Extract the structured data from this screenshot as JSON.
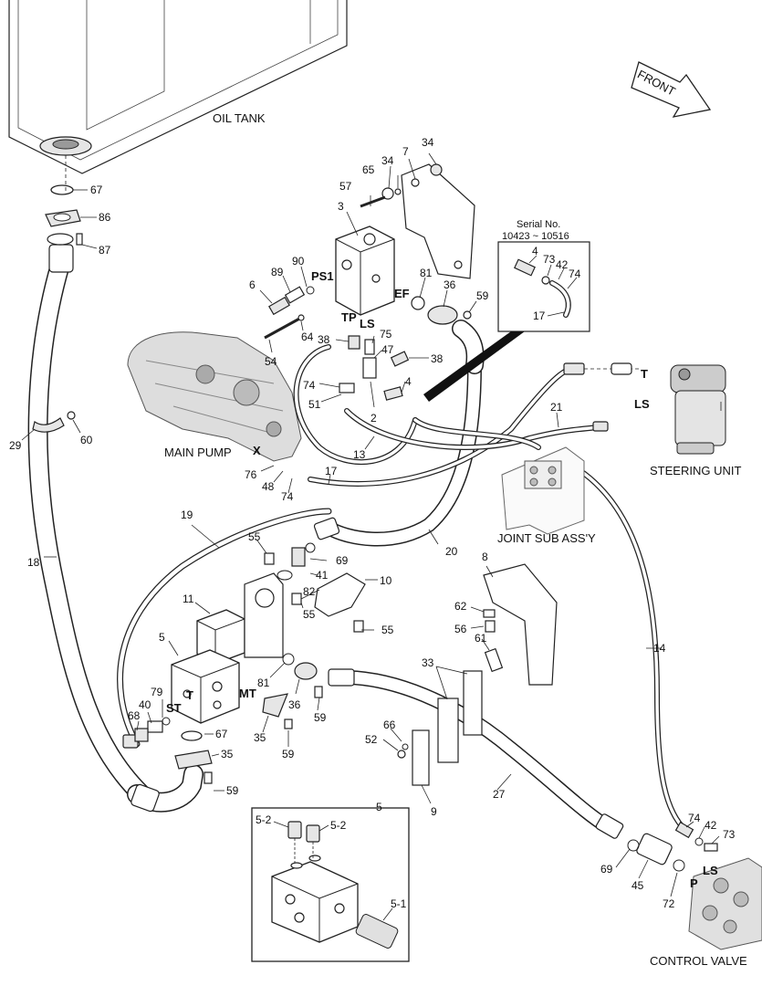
{
  "labels": {
    "oil_tank": "OIL TANK",
    "front": "FRONT",
    "main_pump": "MAIN PUMP",
    "steering_unit": "STEERING UNIT",
    "joint_sub_assy": "JOINT SUB ASS'Y",
    "control_valve": "CONTROL VALVE",
    "serial_no": "Serial No.",
    "serial_range": "10423 ~ 10516"
  },
  "ports": {
    "ps1": "PS1",
    "ef": "EF",
    "tp": "TP",
    "ls_top": "LS",
    "t_steer": "T",
    "ls_steer": "LS",
    "x": "X",
    "st": "ST",
    "t_block": "T",
    "mt": "MT",
    "p_cv": "P",
    "ls_cv": "LS"
  },
  "callouts": {
    "c67a": "67",
    "c86": "86",
    "c87": "87",
    "c29": "29",
    "c60": "60",
    "c18": "18",
    "c3": "3",
    "c57": "57",
    "c65": "65",
    "c34a": "34",
    "c7": "7",
    "c34b": "34",
    "c89": "89",
    "c90": "90",
    "c6": "6",
    "c64": "64",
    "c54": "54",
    "c81a": "81",
    "c36a": "36",
    "c59a": "59",
    "c38a": "38",
    "c75": "75",
    "c47": "47",
    "c38b": "38",
    "c74a": "74",
    "c4a": "4",
    "c51": "51",
    "c2": "2",
    "c13": "13",
    "c21": "21",
    "c76": "76",
    "c48": "48",
    "c74b": "74",
    "c17a": "17",
    "c4b": "4",
    "c73a": "73",
    "c42a": "42",
    "c74c": "74",
    "c17b": "17",
    "c19": "19",
    "c55a": "55",
    "c69a": "69",
    "c41": "41",
    "c82": "82",
    "c10": "10",
    "c20": "20",
    "c8": "8",
    "c11": "11",
    "c55b": "55",
    "c55c": "55",
    "c62": "62",
    "c56": "56",
    "c61": "61",
    "c5a": "5",
    "c33": "33",
    "c14": "14",
    "c79": "79",
    "c40": "40",
    "c68": "68",
    "c81b": "81",
    "c36b": "36",
    "c59b": "59",
    "c67b": "67",
    "c35a": "35",
    "c35b": "35",
    "c59c": "59",
    "c59d": "59",
    "c66": "66",
    "c52": "52",
    "c9": "9",
    "c27": "27",
    "c5b": "5",
    "c5_2a": "5-2",
    "c5_2b": "5-2",
    "c5_1": "5-1",
    "c69b": "69",
    "c45": "45",
    "c72": "72",
    "c74d": "74",
    "c42b": "42",
    "c73b": "73"
  }
}
